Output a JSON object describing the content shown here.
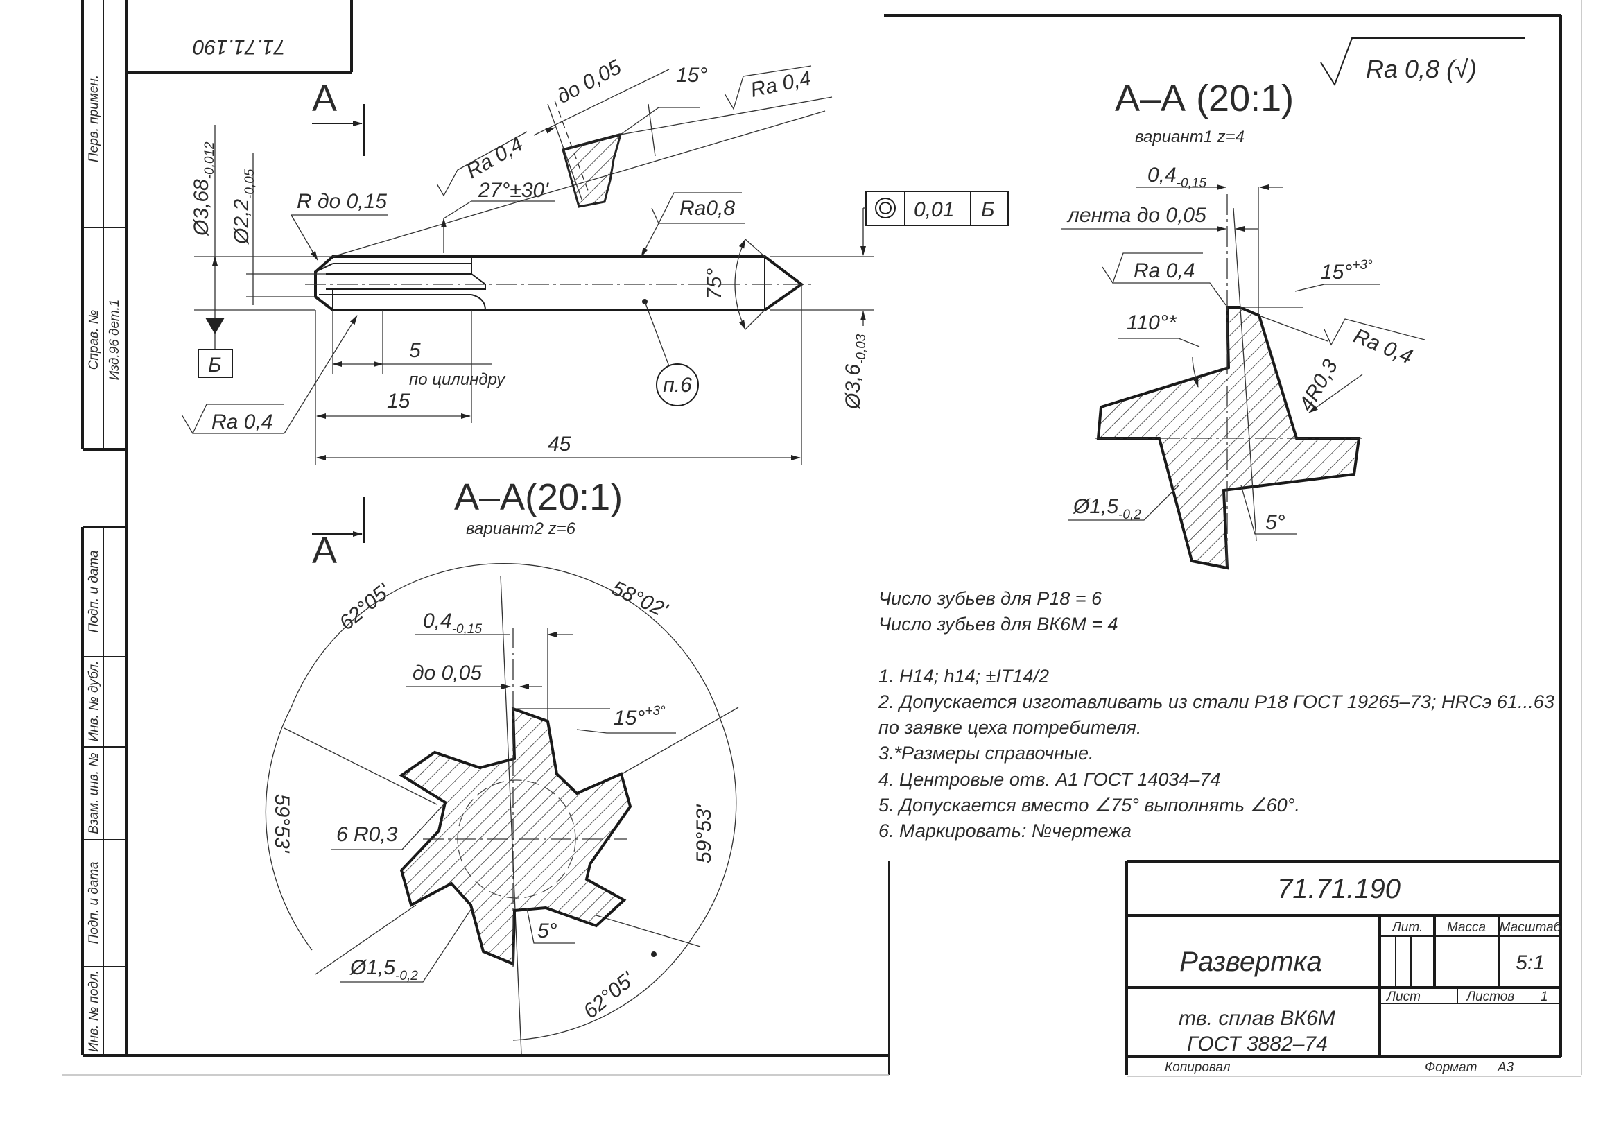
{
  "side_stamp": {
    "primary_use": "Перв. примен.",
    "reference_no": "Справ. №",
    "reference_value": "Изд.96 дет.1",
    "sign_date_1": "Подп. и дата",
    "dup_inv_no": "Инв. № дубл.",
    "replace_inv_no": "Взам. инв. №",
    "sign_date_2": "Подп. и дата",
    "orig_inv_no": "Инв. № подл."
  },
  "corner_code": "71.71.190",
  "general_roughness": "Ra 0,8 (√)",
  "main_view": {
    "section_mark_top": "А",
    "section_mark_bottom": "А",
    "dia_368": "Ø3,68",
    "dia_368_tol": "-0,012",
    "dia_22": "Ø2,2",
    "dia_22_tol": "-0,05",
    "r_label": "R до 0,15",
    "angle_27": "27°±30'",
    "ra04_upper": "Ra 0,4",
    "upto_005": "до 0,05",
    "angle_15": "15°",
    "ra04_top": "Ra 0,4",
    "ra08": "Ra0,8",
    "tol_value": "0,01",
    "tol_datum": "Б",
    "datum": "Б",
    "dia_36": "Ø3,6",
    "dia_36_tol": "-0,03",
    "angle_75": "75°",
    "note_ref": "п.6",
    "dim_5": "5",
    "by_cylinder": "по цилиндру",
    "dim_15": "15",
    "dim_45": "45",
    "ra04_lower": "Ra 0,4"
  },
  "section_z6": {
    "title": "А–А(20:1)",
    "subtitle": "вариант2 z=6",
    "angle_tl": "62°05'",
    "angle_tr": "58°02'",
    "angle_r": "59°53'",
    "angle_l": "59°53'",
    "angle_b": "62°05'",
    "land_width": "0,4",
    "land_width_tol": "-0,15",
    "upto_005": "до 0,05",
    "angle_15": "15°",
    "angle_15_tol": "+3°",
    "radius": "6 R0,3",
    "dia_15": "Ø1,5",
    "dia_15_tol": "-0,2",
    "angle_5": "5°"
  },
  "section_z4": {
    "title": "А–А (20:1)",
    "subtitle": "вариант1 z=4",
    "land_width": "0,4",
    "land_width_tol": "-0,15",
    "band": "лента до 0,05",
    "ra04_left": "Ra 0,4",
    "angle_110": "110°*",
    "angle_15": "15°",
    "angle_15_tol": "+3°",
    "ra04_right": "Ra 0,4",
    "radius": "4R0,3",
    "dia_15": "Ø1,5",
    "dia_15_tol": "-0,2",
    "angle_5": "5°"
  },
  "notes": {
    "teeth_p18": "Число зубьев для Р18 = 6",
    "teeth_vk6m": "Число зубьев для ВК6М = 4",
    "items": [
      "1. H14; h14; ±IT14/2",
      "2. Допускается изготавливать из стали Р18 ГОСТ 19265–73; HRCэ 61...63",
      "по заявке цеха потребителя.",
      "3.*Размеры справочные.",
      "4. Центровые отв. А1 ГОСТ 14034–74",
      "5. Допускается вместо ∠75° выполнять ∠60°.",
      "6. Маркировать: №чертежа"
    ]
  },
  "title_block": {
    "drawing_no": "71.71.190",
    "part_name": "Развертка",
    "lit_label": "Лит.",
    "mass_label": "Масса",
    "scale_label": "Масштаб",
    "scale_value": "5:1",
    "sheet_label": "Лист",
    "sheets_label": "Листов",
    "sheets_value": "1",
    "material_line1": "тв. сплав ВК6М",
    "material_line2": "ГОСТ 3882–74",
    "copied_label": "Копировал",
    "format_label": "Формат",
    "format_value": "А3"
  }
}
